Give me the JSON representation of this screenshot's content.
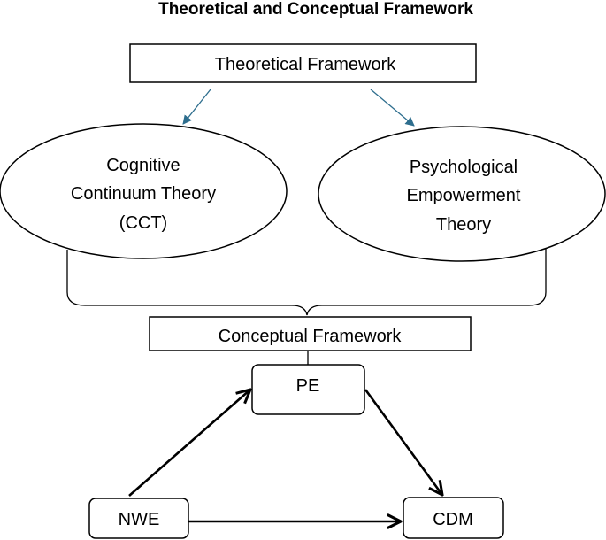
{
  "title": "Theoretical and Conceptual Framework",
  "theoretical_framework": {
    "label": "Theoretical Framework"
  },
  "theories": [
    {
      "lines": [
        "Cognitive",
        "Continuum Theory",
        "(CCT)"
      ]
    },
    {
      "lines": [
        "Psychological",
        "Empowerment",
        "Theory"
      ]
    }
  ],
  "conceptual_framework": {
    "label": "Conceptual Framework"
  },
  "variables": {
    "pe": "PE",
    "nwe": "NWE",
    "cdm": "CDM"
  },
  "colors": {
    "theory_arrow": "#2e6e8e",
    "stroke": "#000000"
  }
}
